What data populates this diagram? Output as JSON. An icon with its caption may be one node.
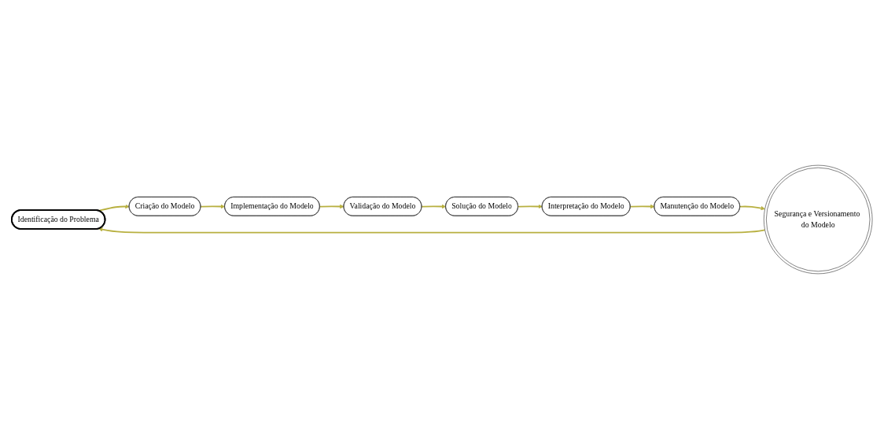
{
  "diagram": {
    "nodes": [
      {
        "text": [
          "Identificação do Problema"
        ]
      },
      {
        "text": [
          "Criação do Modelo"
        ]
      },
      {
        "text": [
          "Implementação do Modelo"
        ]
      },
      {
        "text": [
          "Validação do Modelo"
        ]
      },
      {
        "text": [
          "Solução do Modelo"
        ]
      },
      {
        "text": [
          "Interpretação do Modelo"
        ]
      },
      {
        "text": [
          "Manutenção do Modelo"
        ]
      },
      {
        "text": [
          "Segurança e Versionamento do Modelo"
        ]
      }
    ],
    "edges": [
      {
        "from": 0,
        "to": 1,
        "arrow": "to"
      },
      {
        "from": 1,
        "to": 2,
        "arrow": "to"
      },
      {
        "from": 2,
        "to": 3,
        "arrow": "to"
      },
      {
        "from": 3,
        "to": 4,
        "arrow": "to"
      },
      {
        "from": 4,
        "to": 5,
        "arrow": "to"
      },
      {
        "from": 5,
        "to": 6,
        "arrow": "to"
      },
      {
        "from": 6,
        "to": 7,
        "arrow": "to"
      },
      {
        "from": 7,
        "to": 0,
        "arrow": "to"
      }
    ]
  }
}
